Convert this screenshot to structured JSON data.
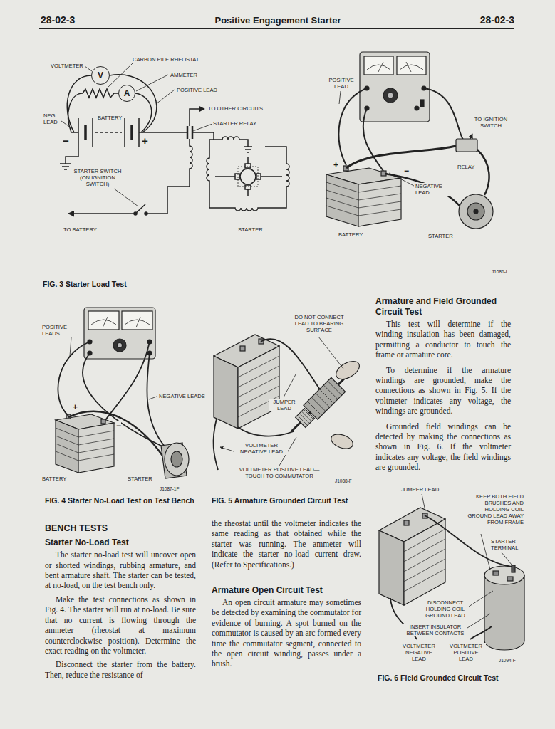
{
  "diagram": {
    "title": "Positive Engagement Starter",
    "nodes": [
      {
        "text": [
          "V"
        ]
      },
      {
        "text": [
          "A"
        ]
      }
    ],
    "labels": [
      "28-02-3",
      "28-02-3",
      "VOLTMETER",
      "CARBON PILE RHEOSTAT",
      "AMMETER",
      "POSITIVE LEAD",
      "NEG. LEAD",
      "BATTERY",
      "TO OTHER CIRCUITS",
      "STARTER RELAY",
      "−",
      "+",
      "STARTER SWITCH (ON IGNITION SWITCH)",
      "TO BATTERY",
      "STARTER",
      "POSITIVE LEAD",
      "TO IGNITION SWITCH",
      "RELAY",
      "NEGATIVE LEAD",
      "+",
      "−",
      "BATTERY",
      "STARTER",
      "J1086-I",
      "FIG. 3 Starter Load Test",
      "POSITIVE LEADS",
      "NEGATIVE LEADS",
      "+",
      "−",
      "BATTERY",
      "STARTER",
      "J1087-1F",
      "FIG. 4 Starter No-Load Test on Test Bench",
      "DO NOT CONNECT LEAD TO BEARING SURFACE",
      "JUMPER LEAD",
      "VOLTMETER NEGATIVE LEAD",
      "VOLTMETER POSITIVE LEAD— TOUCH TO COMMUTATOR",
      "J1088-F",
      "FIG. 5 Armature Grounded Circuit Test",
      "Armature and Field Grounded Circuit Test",
      "This test will determine if the winding insulation has been damaged, permitting a conductor to touch the frame or armature core.",
      "To determine if the armature windings are grounded, make the connections as shown in Fig. 5. If the voltmeter indicates any voltage, the windings are grounded.",
      "Grounded field windings can be detected by making the connections as shown in Fig. 6. If the voltmeter indicates any voltage, the field windings are grounded.",
      "JUMPER LEAD",
      "KEEP BOTH FIELD BRUSHES AND HOLDING COIL GROUND LEAD AWAY FROM FRAME",
      "STARTER TERMINAL",
      "DISCONNECT HOLDING COIL GROUND LEAD",
      "INSERT INSULATOR BETWEEN CONTACTS",
      "VOLTMETER NEGATIVE LEAD",
      "VOLTMETER POSITIVE LEAD",
      "J1094-F",
      "FIG. 6 Field Grounded Circuit Test",
      "BENCH TESTS",
      "Starter No-Load Test",
      "The starter no-load test will uncover open or shorted windings, rubbing armature, and bent armature shaft. The starter can be tested, at no-load, on the test bench only.",
      "Make the test connections as shown in Fig. 4. The starter will run at no-load. Be sure that no current is flowing through the ammeter (rheostat at maximum counterclockwise position). Determine the exact reading on the voltmeter.",
      "Disconnect the starter from the battery. Then, reduce the resistance of",
      "the rheostat until the voltmeter indicates the same reading as that obtained while the starter was running. The ammeter will indicate the starter no-load current draw. (Refer to Specifications.)",
      "Armature Open Circuit Test",
      "An open circuit armature may sometimes be detected by examining the commutator for evidence of burning. A spot burned on the commutator is caused by an arc formed every time the commutator segment, connected to the open circuit winding, passes under a brush."
    ]
  }
}
